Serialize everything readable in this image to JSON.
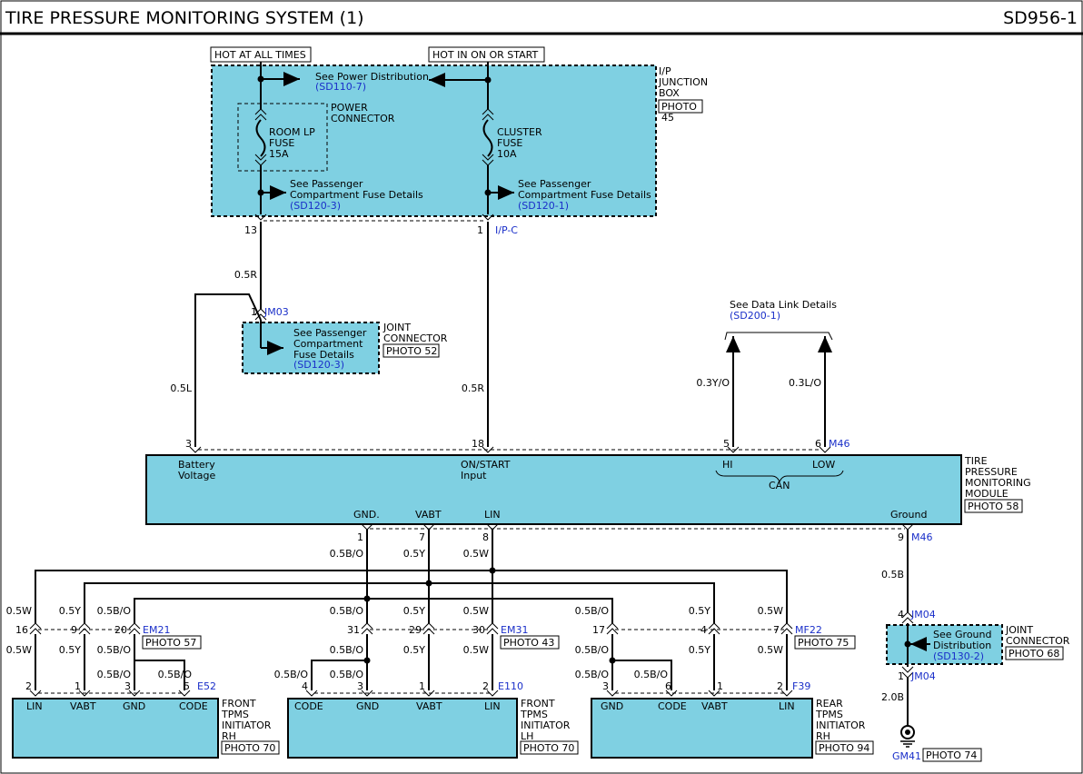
{
  "header": {
    "title": "TIRE PRESSURE MONITORING SYSTEM (1)",
    "code": "SD956-1"
  },
  "ip_box": {
    "hot_at_all_times": "HOT AT ALL TIMES",
    "hot_in_on_or_start": "HOT IN ON OR START",
    "name": [
      "I/P",
      "JUNCTION",
      "BOX"
    ],
    "photo": "PHOTO",
    "photo_num": "45",
    "see_power": "See Power Distribution",
    "see_power_ref": "(SD110-7)",
    "power_connector": [
      "POWER",
      "CONNECTOR"
    ],
    "room_fuse": [
      "ROOM LP",
      "FUSE",
      "15A"
    ],
    "cluster_fuse": [
      "CLUSTER",
      "FUSE",
      "10A"
    ],
    "see_pass_1": [
      "See Passenger",
      "Compartment Fuse Details"
    ],
    "see_pass_1_ref": "(SD120-3)",
    "see_pass_2": [
      "See Passenger",
      "Compartment Fuse Details"
    ],
    "see_pass_2_ref": "(SD120-1)",
    "pin_13": "13",
    "pin_1": "1",
    "connector": "I/P-C"
  },
  "jm03": {
    "pin": "1",
    "name": "JM03",
    "see_pass": [
      "See Passenger",
      "Compartment",
      "Fuse Details"
    ],
    "see_pass_ref": "(SD120-3)",
    "joint": [
      "JOINT",
      "CONNECTOR"
    ],
    "photo": "PHOTO 52"
  },
  "wires": {
    "w_05r_top": "0.5R",
    "w_05l": "0.5L",
    "w_05r_mid": "0.5R",
    "w_03yo": "0.3Y/O",
    "w_03lo": "0.3L/O",
    "w_05bo": "0.5B/O",
    "w_05y": "0.5Y",
    "w_05w": "0.5W",
    "w_05b": "0.5B",
    "w_20b": "2.0B"
  },
  "data_link": {
    "label": "See Data Link Details",
    "ref": "(SD200-1)"
  },
  "tpms_module": {
    "name": [
      "TIRE",
      "PRESSURE",
      "MONITORING",
      "MODULE"
    ],
    "photo": "PHOTO 58",
    "pin_3": "3",
    "pin_18": "18",
    "pin_5": "5",
    "pin_6": "6",
    "conn_top": "M46",
    "battery": [
      "Battery",
      "Voltage"
    ],
    "onstart": [
      "ON/START",
      "Input"
    ],
    "hi": "HI",
    "low": "LOW",
    "can": "CAN",
    "gnd": "GND.",
    "vabt": "VABT",
    "lin": "LIN",
    "ground": "Ground",
    "pin_1": "1",
    "pin_7": "7",
    "pin_8": "8",
    "pin_9": "9",
    "conn_bottom": "M46"
  },
  "em21": {
    "name": "EM21",
    "photo": "PHOTO 57",
    "pin_16": "16",
    "pin_9": "9",
    "pin_20": "20"
  },
  "em31": {
    "name": "EM31",
    "photo": "PHOTO 43",
    "pin_31": "31",
    "pin_29": "29",
    "pin_30": "30"
  },
  "mf22": {
    "name": "MF22",
    "photo": "PHOTO 75",
    "pin_17": "17",
    "pin_4": "4",
    "pin_7": "7"
  },
  "e52": {
    "name": "E52",
    "pin_2": "2",
    "pin_1": "1",
    "pin_3": "3",
    "pin_5": "5",
    "lin": "LIN",
    "vabt": "VABT",
    "gnd": "GND",
    "code": "CODE",
    "label": [
      "FRONT",
      "TPMS",
      "INITIATOR",
      "RH"
    ],
    "photo": "PHOTO 70"
  },
  "e110": {
    "name": "E110",
    "pin_4": "4",
    "pin_3": "3",
    "pin_1": "1",
    "pin_2": "2",
    "code": "CODE",
    "gnd": "GND",
    "vabt": "VABT",
    "lin": "LIN",
    "label": [
      "FRONT",
      "TPMS",
      "INITIATOR",
      "LH"
    ],
    "photo": "PHOTO 70"
  },
  "f39": {
    "name": "F39",
    "pin_3": "3",
    "pin_6": "6",
    "pin_1": "1",
    "pin_2": "2",
    "gnd": "GND",
    "code": "CODE",
    "vabt": "VABT",
    "lin": "LIN",
    "label": [
      "REAR",
      "TPMS",
      "INITIATOR",
      "RH"
    ],
    "photo": "PHOTO 94"
  },
  "jm04": {
    "pin_top": "4",
    "pin_bottom": "1",
    "name": "JM04",
    "see_ground": [
      "See Ground",
      "Distribution"
    ],
    "see_ground_ref": "(SD130-2)",
    "joint": [
      "JOINT",
      "CONNECTOR"
    ],
    "photo": "PHOTO 68"
  },
  "gm41": {
    "name": "GM41",
    "photo": "PHOTO 74"
  }
}
